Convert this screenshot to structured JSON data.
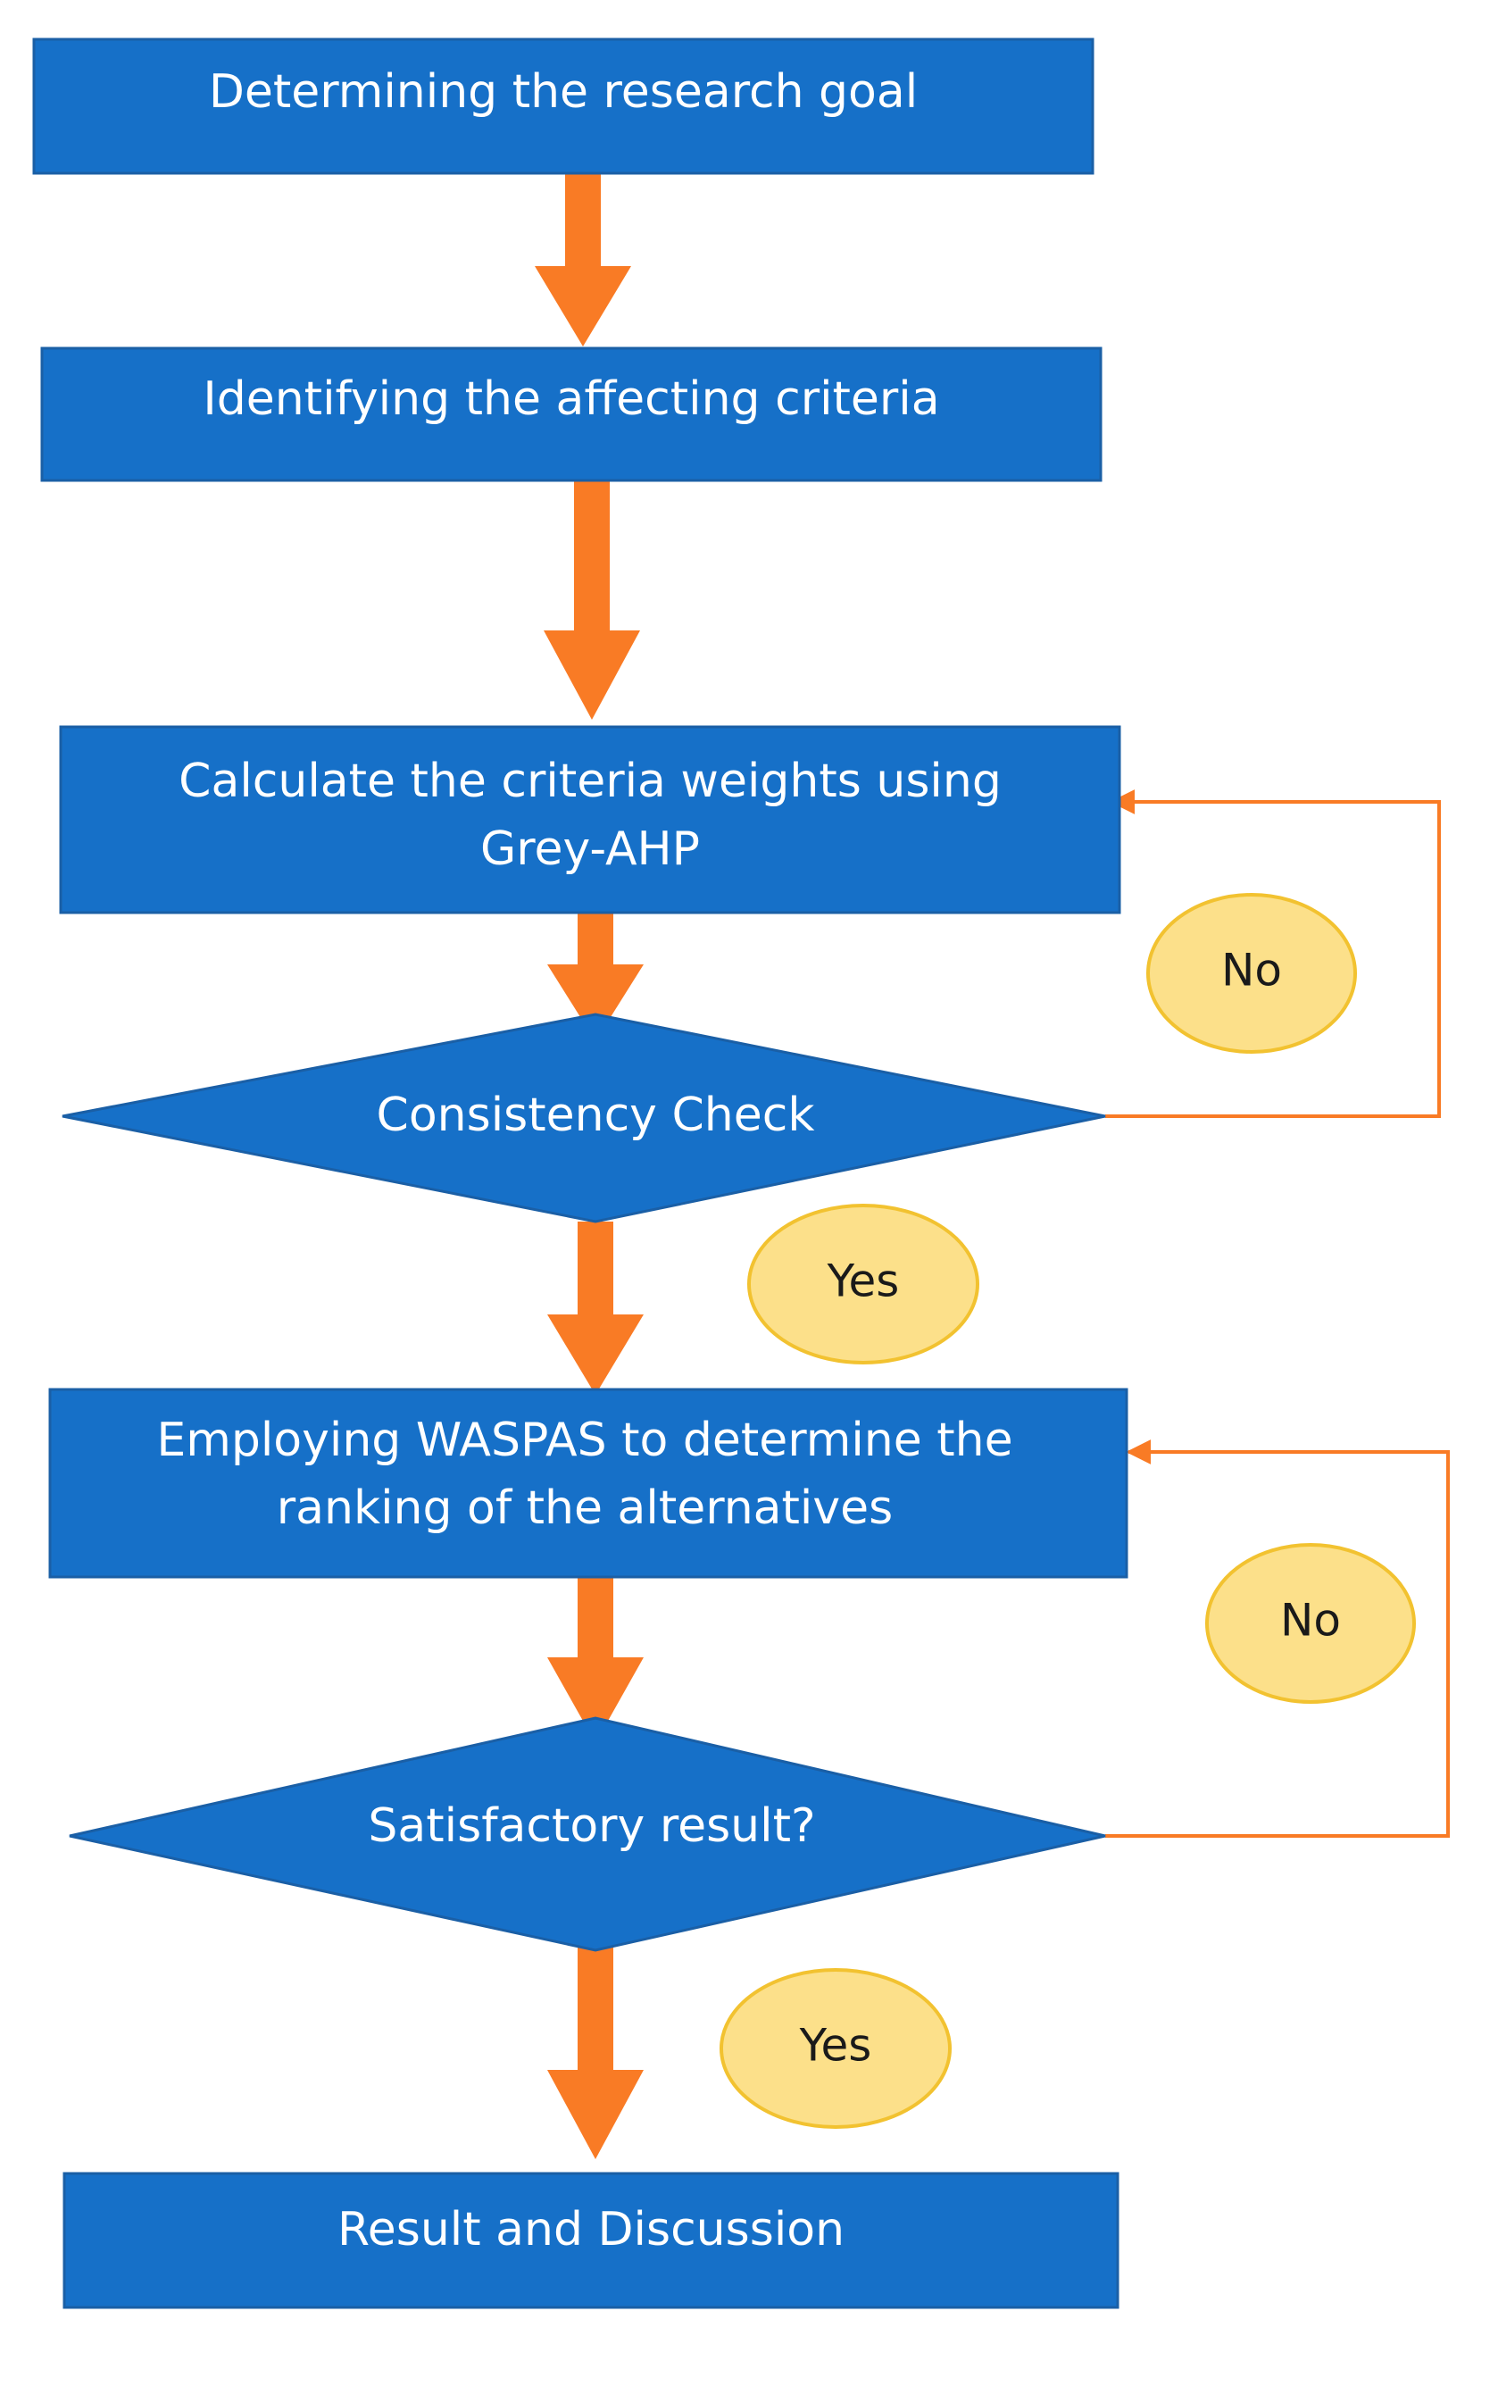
{
  "colors": {
    "box_fill": "#1670C8",
    "box_stroke": "#1A5FA6",
    "arrow": "#F97B25",
    "label_fill": "#FCE08A",
    "label_stroke": "#F2C230",
    "text_on_box": "#FFFFFF",
    "text_on_label": "#1A1A1A"
  },
  "nodes": {
    "research_goal": {
      "line1": "Determining the research goal"
    },
    "affecting_criteria": {
      "line1": "Identifying the affecting criteria"
    },
    "criteria_weights": {
      "line1": "Calculate the criteria weights using",
      "line2": "Grey-AHP"
    },
    "consistency_check": {
      "line1": "Consistency Check"
    },
    "waspas_ranking": {
      "line1": "Employing WASPAS to determine the",
      "line2": "ranking of the alternatives"
    },
    "satisfactory_result": {
      "line1": "Satisfactory result?"
    },
    "result_discussion": {
      "line1": "Result and Discussion"
    }
  },
  "labels": {
    "no_1": "No",
    "yes_1": "Yes",
    "no_2": "No",
    "yes_2": "Yes"
  }
}
